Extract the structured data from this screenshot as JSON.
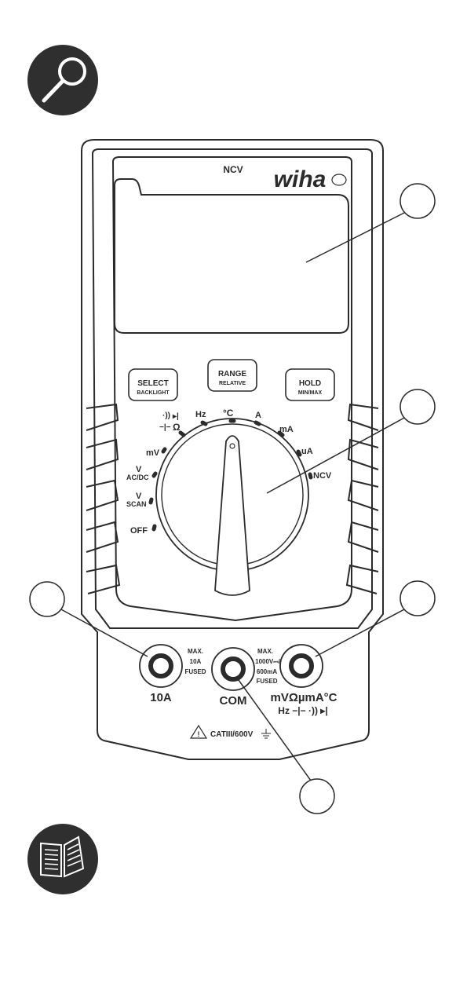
{
  "device": {
    "brand": "wiha",
    "brand_mark": "wiha",
    "ncv_label": "NCV"
  },
  "buttons": {
    "select": {
      "label": "SELECT",
      "sub": "BACKLIGHT"
    },
    "range": {
      "label": "RANGE",
      "sub": "RELATIVE"
    },
    "hold": {
      "label": "HOLD",
      "sub": "MIN/MAX"
    }
  },
  "dial": {
    "positions": {
      "continuity": "·))",
      "diode": "▸|",
      "capacitance": "−|−",
      "ohm": "Ω",
      "hz": "Hz",
      "celsius": "°C",
      "amp": "A",
      "milliamp": "mA",
      "microamp": "uA",
      "ncv": "NCV",
      "millivolt": "mV",
      "volt_acdc": "V",
      "acdc": "AC/DC",
      "volt_scan": "V",
      "scan": "SCAN",
      "off": "OFF"
    }
  },
  "jacks": {
    "left": {
      "name": "10A",
      "spec": [
        "MAX.",
        "10A",
        "FUSED"
      ]
    },
    "com": {
      "name": "COM",
      "spec": [
        "MAX.",
        "1000V⎓/",
        "600mA",
        "FUSED"
      ]
    },
    "right": {
      "name": "mVΩµmA°C",
      "name2": "Hz −|− ·)) ▸|"
    }
  },
  "rating": {
    "text": "CATIII/600V"
  },
  "icons": {
    "top": "magnifier-icon",
    "bottom": "manual-book-icon",
    "warning": "warning-triangle-icon",
    "ground": "ground-icon"
  },
  "colors": {
    "outline": "#2b2b2b",
    "icon_bg": "#2f2f2f",
    "icon_fg": "#ffffff"
  }
}
